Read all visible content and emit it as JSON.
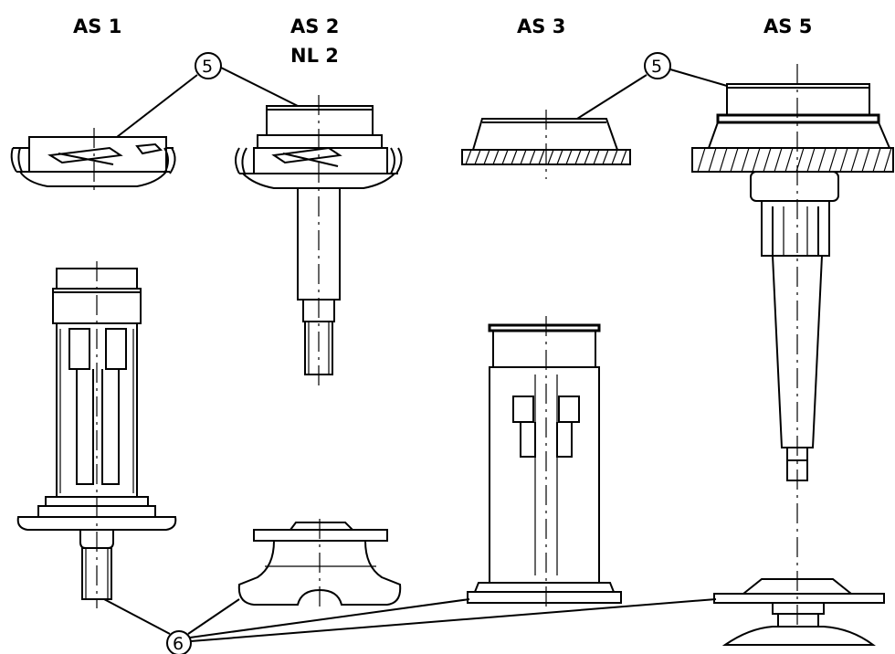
{
  "labels": {
    "as1": "AS 1",
    "as2": "AS 2",
    "nl2": "NL 2",
    "as3": "AS 3",
    "as5": "AS 5"
  },
  "callouts": {
    "five": "5",
    "six": "6"
  }
}
